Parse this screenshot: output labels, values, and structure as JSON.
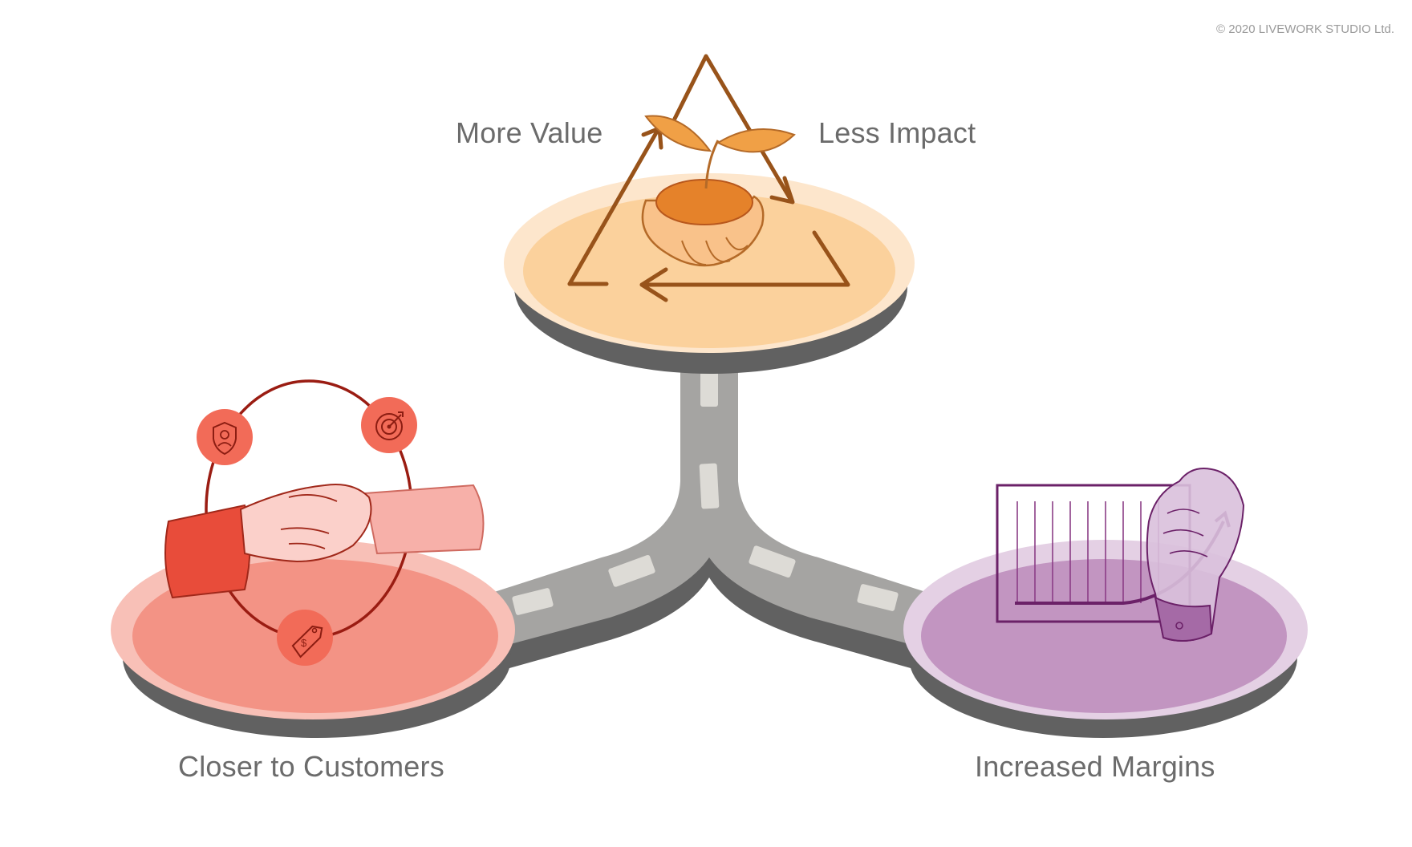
{
  "copyright": "© 2020 LIVEWORK STUDIO Ltd.",
  "labels": {
    "more_value": "More Value",
    "less_impact": "Less Impact",
    "closer_to_customers": "Closer to Customers",
    "increased_margins": "Increased Margins"
  },
  "icons": {
    "top": [
      "triangle-cycle-icon",
      "seedling-in-hands-icon"
    ],
    "left": [
      "shield-user-icon",
      "target-icon",
      "price-tag-icon",
      "handshake-icon"
    ],
    "right": [
      "growth-chart-icon",
      "hand-drawing-icon"
    ]
  },
  "colors": {
    "road": "#a5a4a2",
    "road_shadow": "#616161",
    "top_platform": "#fbd19c",
    "left_platform": "#f39385",
    "right_platform": "#c295c1",
    "triangle": "#98531a",
    "ring": "#9a1c12",
    "chart": "#6b2168"
  }
}
